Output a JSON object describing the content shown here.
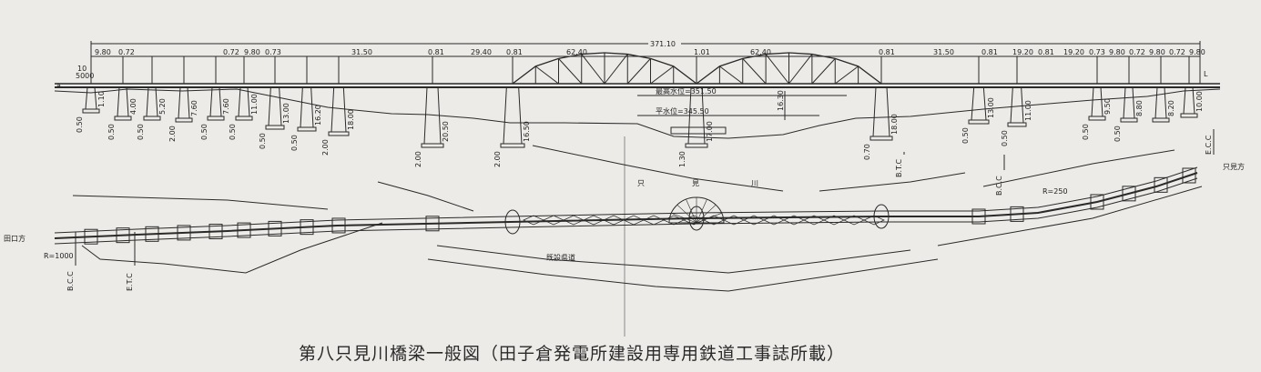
{
  "caption": "第八只見川橋梁一般図（田子倉発電所建設用専用鉄道工事誌所載）",
  "elevation": {
    "total_length": "371.10",
    "span_labels": [
      "9.80",
      "0.72",
      "0.72",
      "9.80",
      "0.73",
      "31.50",
      "0.81",
      "29.40",
      "0.81",
      "62.40",
      "1.01",
      "62.40",
      "0.81",
      "31.50",
      "0.81",
      "19.20",
      "0.81",
      "19.20",
      "0.73",
      "9.80",
      "0.72",
      "9.80",
      "0.72",
      "9.80"
    ],
    "pier_heights": [
      "1.10",
      "4.00",
      "5.20",
      "7.60",
      "7.60",
      "11.00",
      "13.00",
      "16.20",
      "18.00",
      "20.50",
      "16.50",
      "17.00",
      "18.00",
      "13.00",
      "11.00",
      "9.50",
      "8.80",
      "8.20",
      "10.00"
    ],
    "footing_labels": [
      "0.50",
      "0.50",
      "0.50",
      "2.00",
      "0.50",
      "0.50",
      "0.50",
      "0.50",
      "2.00",
      "2.00",
      "2.00",
      "1.30",
      "0.70",
      "0.50",
      "0.50",
      "0.50",
      "0.50"
    ],
    "abutment_label": "10 5000",
    "high_water": "最高水位=351.50",
    "normal_water": "平水位=345.50",
    "water_depth": "16.30",
    "end_marker_left": "a",
    "end_marker_right": "L"
  },
  "plan": {
    "river": [
      "只",
      "見",
      "川"
    ],
    "road": "既設県道",
    "left_direction": "田口方",
    "right_direction": "只見方",
    "left_radius": "R=1000",
    "right_radius": "R=250",
    "curve_marks": [
      "B.C.C",
      "E.T.C",
      "B.T.C",
      "B.C.C",
      "E.C.C"
    ]
  }
}
